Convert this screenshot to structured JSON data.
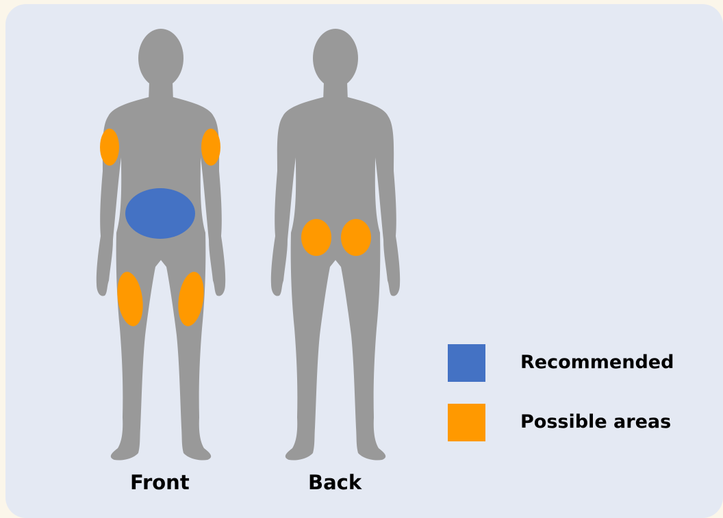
{
  "figures": {
    "front_label": "Front",
    "back_label": "Back"
  },
  "legend": {
    "items": [
      {
        "label": "Recommended",
        "color": "#4472c4"
      },
      {
        "label": "Possible areas",
        "color": "#ff9900"
      }
    ]
  },
  "colors": {
    "body": "#999999",
    "recommended": "#4472c4",
    "possible": "#ff9900",
    "panel": "#e4e9f3",
    "page": "#fbf6ea"
  }
}
